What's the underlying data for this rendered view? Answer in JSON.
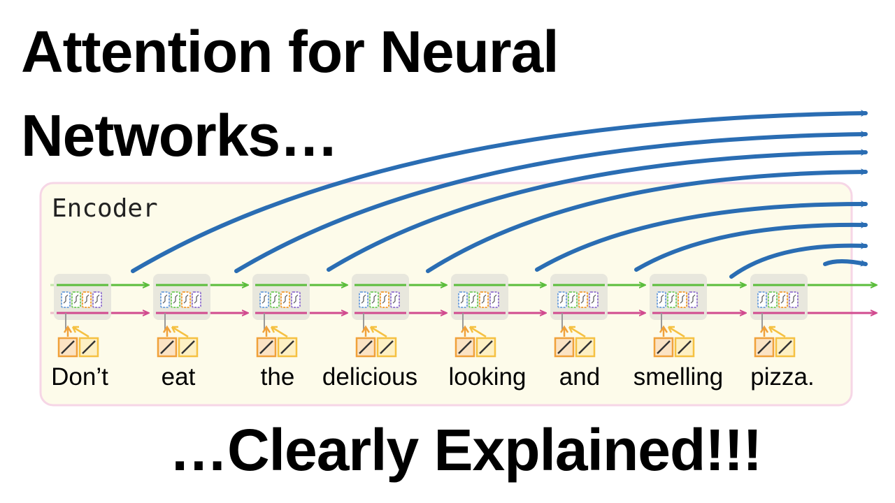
{
  "title": {
    "line1": "Attention for Neural",
    "line2": "Networks…",
    "line3": "…Clearly Explained!!!"
  },
  "encoder": {
    "label": "Encoder",
    "words": [
      "Don’t",
      "eat",
      "the",
      "delicious",
      "looking",
      "and",
      "smelling",
      "pizza."
    ]
  },
  "colors": {
    "box_fill": "#fdfbea",
    "box_border": "#f6d6e6",
    "attention_arrow": "#2a6db3",
    "green_line": "#5bbd3c",
    "pink_line": "#d14b8f",
    "cell_blue": "#7aa7dd",
    "cell_green": "#7fcf6a",
    "cell_orange": "#f2a341",
    "cell_purple": "#9b7fd1",
    "embed_orange": "#f0a13a",
    "embed_yellow": "#f5c142"
  }
}
